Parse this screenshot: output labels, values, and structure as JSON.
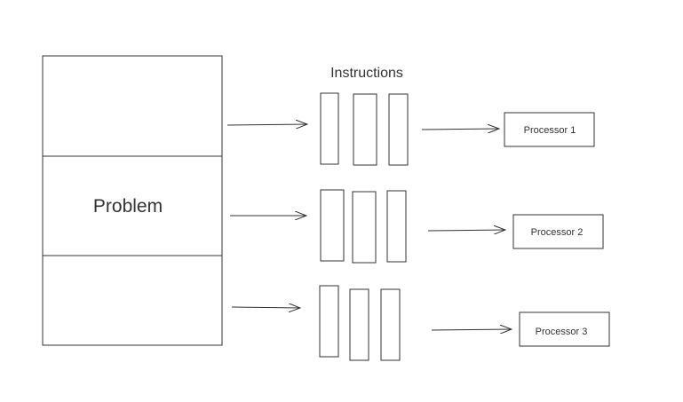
{
  "diagram": {
    "problem_label": "Problem",
    "instructions_label": "Instructions",
    "processors": [
      {
        "label": "Processor 1"
      },
      {
        "label": "Processor 2"
      },
      {
        "label": "Processor 3"
      }
    ],
    "colors": {
      "stroke": "#333333",
      "background": "#ffffff",
      "text": "#333333"
    }
  }
}
